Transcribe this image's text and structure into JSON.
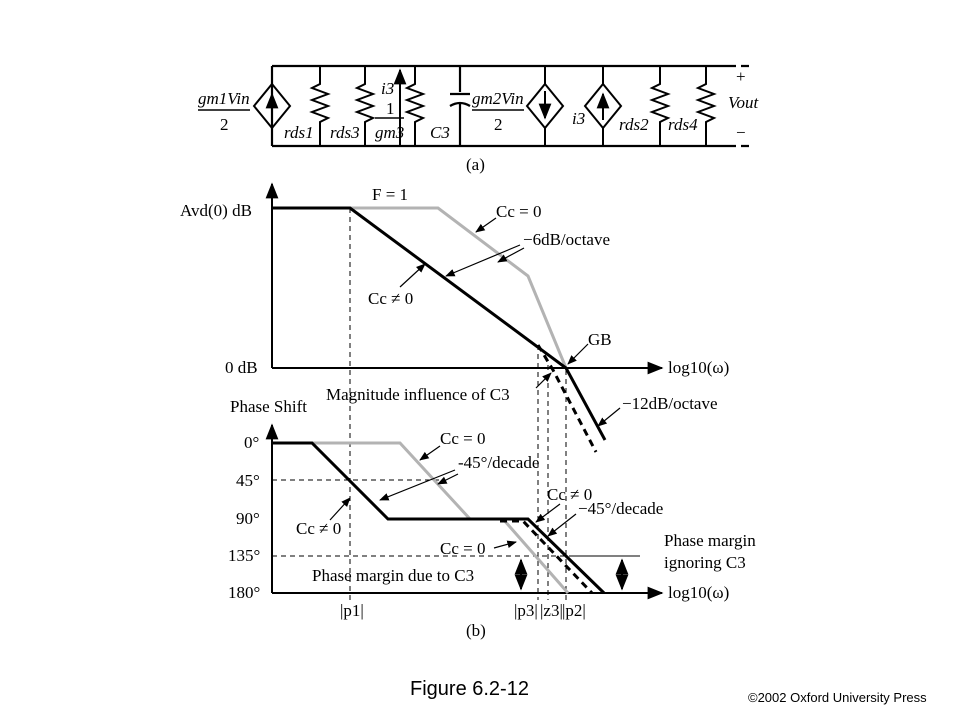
{
  "circuit": {
    "src1_num": "gm1Vin",
    "src1_den": "2",
    "rds1": "rds1",
    "rds3": "rds3",
    "i3": "i3",
    "one": "1",
    "gm3": "gm3",
    "c3": "C3",
    "src2_num": "gm2Vin",
    "src2_den": "2",
    "i3_b": "i3",
    "rds2": "rds2",
    "rds4": "rds4",
    "plus": "+",
    "vout": "Vout",
    "minus": "−",
    "label": "(a)"
  },
  "magnitude_plot": {
    "y_top_label": "Avd(0) dB",
    "y_zero_label": "0 dB",
    "x_label": "log10(ω)",
    "f_label": "F = 1",
    "cc0_label": "Cc = 0",
    "slope6_label": "−6dB/octave",
    "ccne0_label": "Cc ≠ 0",
    "gb_label": "GB",
    "mag_influence_label": "Magnitude influence of C3",
    "slope12_label": "−12dB/octave"
  },
  "phase_plot": {
    "y_title": "Phase Shift",
    "ticks": [
      "0°",
      "45°",
      "90°",
      "135°",
      "180°"
    ],
    "cc0_label": "Cc = 0",
    "slope45_label": "-45°/decade",
    "ccne0_label": "Cc ≠ 0",
    "ccne0_label_b": "Cc ≠ 0",
    "slope45b_label": "−45°/decade",
    "cc0_label_b": "Cc = 0",
    "pm_due_label": "Phase margin due to C3",
    "pm_ignoring_label_1": "Phase margin",
    "pm_ignoring_label_2": "ignoring C3",
    "x_label": "log10(ω)",
    "p1": "|p1|",
    "p3": "|p3|",
    "z3": "|z3|",
    "p2": "|p2|",
    "label": "(b)"
  },
  "caption": "Figure 6.2-12",
  "copyright": "©2002 Oxford University Press"
}
